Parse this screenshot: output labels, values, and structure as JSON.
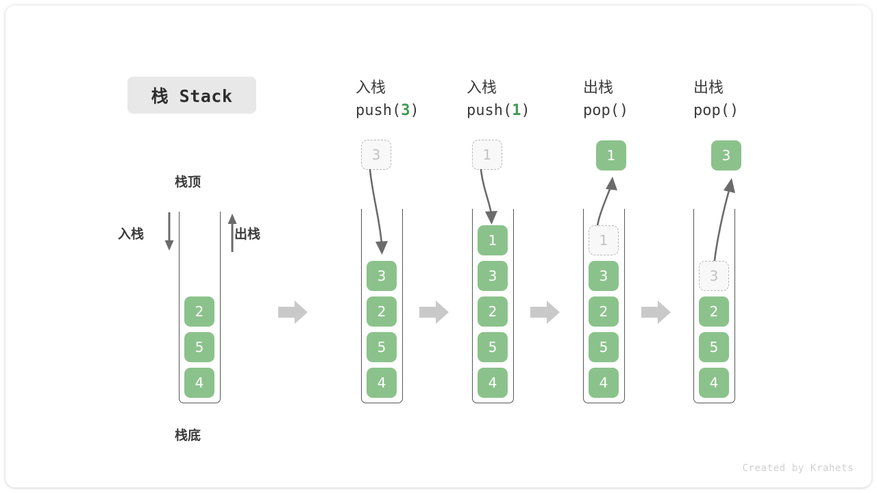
{
  "title": {
    "badge": "栈 Stack"
  },
  "left_stack": {
    "label_top": "栈顶",
    "label_bottom": "栈底",
    "label_push": "入栈",
    "label_pop": "出栈",
    "cells": [
      "2",
      "5",
      "4"
    ]
  },
  "columns": [
    {
      "id": "push-3",
      "head_cn": "入栈",
      "head_code_prefix": "push(",
      "head_code_arg": "3",
      "head_code_suffix": ")",
      "floating": {
        "value": "3",
        "style": "ghost"
      },
      "arrow": "down",
      "cells": [
        {
          "value": "3",
          "style": "filled"
        },
        {
          "value": "2",
          "style": "filled"
        },
        {
          "value": "5",
          "style": "filled"
        },
        {
          "value": "4",
          "style": "filled"
        }
      ]
    },
    {
      "id": "push-1",
      "head_cn": "入栈",
      "head_code_prefix": "push(",
      "head_code_arg": "1",
      "head_code_suffix": ")",
      "floating": {
        "value": "1",
        "style": "ghost"
      },
      "arrow": "down",
      "cells": [
        {
          "value": "1",
          "style": "filled"
        },
        {
          "value": "3",
          "style": "filled"
        },
        {
          "value": "2",
          "style": "filled"
        },
        {
          "value": "5",
          "style": "filled"
        },
        {
          "value": "4",
          "style": "filled"
        }
      ]
    },
    {
      "id": "pop-1",
      "head_cn": "出栈",
      "head_code_prefix": "pop(",
      "head_code_arg": "",
      "head_code_suffix": ")",
      "floating": {
        "value": "1",
        "style": "filled"
      },
      "arrow": "up",
      "cells": [
        {
          "value": "1",
          "style": "ghost"
        },
        {
          "value": "3",
          "style": "filled"
        },
        {
          "value": "2",
          "style": "filled"
        },
        {
          "value": "5",
          "style": "filled"
        },
        {
          "value": "4",
          "style": "filled"
        }
      ]
    },
    {
      "id": "pop-2",
      "head_cn": "出栈",
      "head_code_prefix": "pop(",
      "head_code_arg": "",
      "head_code_suffix": ")",
      "floating": {
        "value": "3",
        "style": "filled"
      },
      "arrow": "up",
      "cells": [
        {
          "value": "3",
          "style": "ghost"
        },
        {
          "value": "2",
          "style": "filled"
        },
        {
          "value": "5",
          "style": "filled"
        },
        {
          "value": "4",
          "style": "filled"
        }
      ]
    }
  ],
  "colors": {
    "green": "#8bc28b",
    "green_text": "#3f9a52",
    "ghost_fill": "#f8f8f8",
    "ghost_border": "#b8b8b8",
    "arrow_gray": "#c9c9c9",
    "line_gray": "#555555",
    "badge_bg": "#e8e8e8"
  },
  "credit": "Created by Krahets"
}
